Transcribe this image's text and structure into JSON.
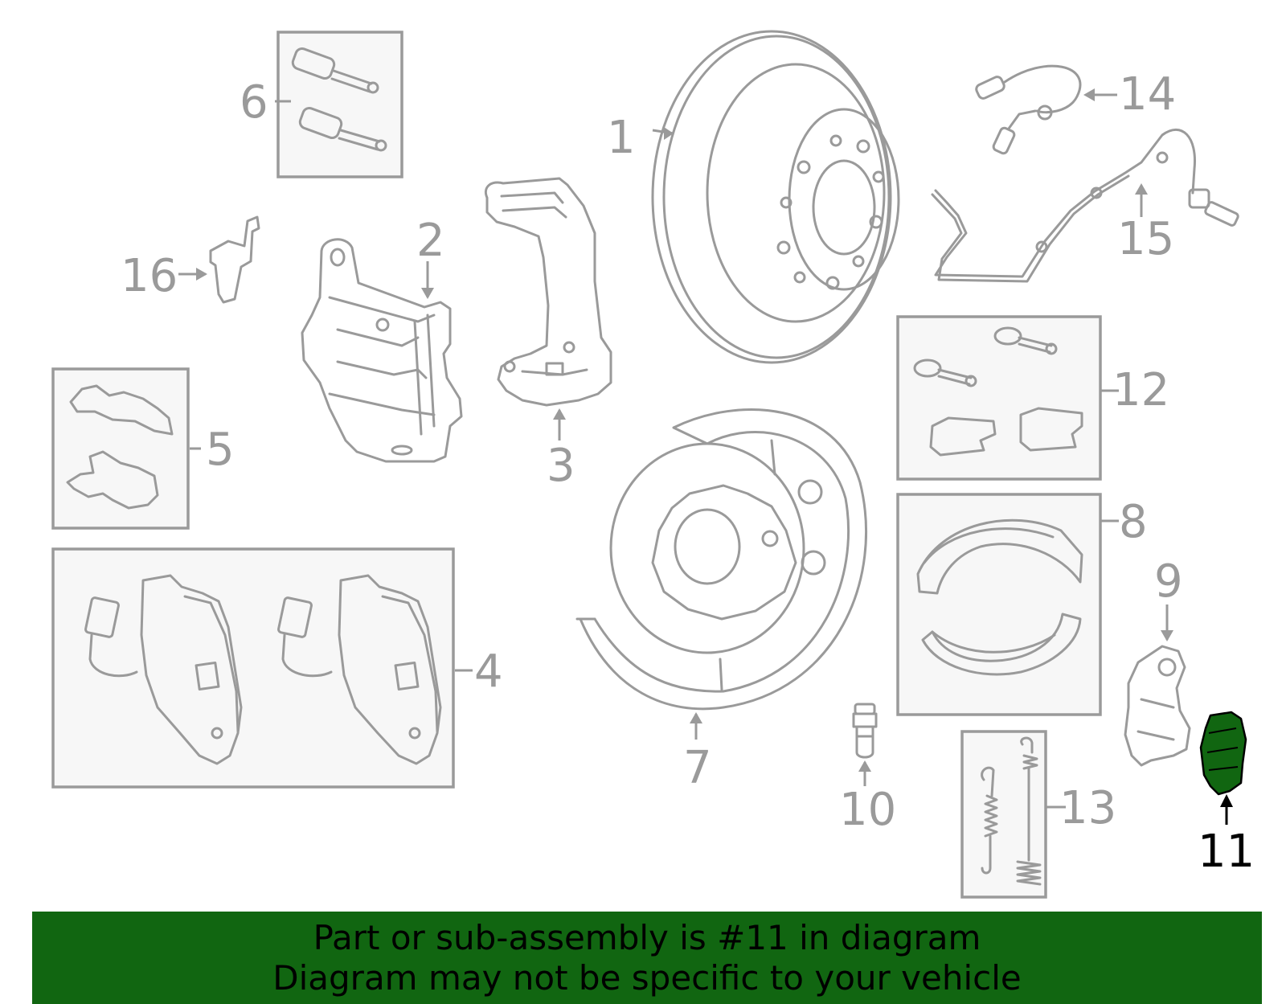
{
  "callouts": {
    "c1": "1",
    "c2": "2",
    "c3": "3",
    "c4": "4",
    "c5": "5",
    "c6": "6",
    "c7": "7",
    "c8": "8",
    "c9": "9",
    "c10": "10",
    "c11": "11",
    "c12": "12",
    "c13": "13",
    "c14": "14",
    "c15": "15",
    "c16": "16"
  },
  "highlighted_part": "11",
  "colors": {
    "line": "#9a9a9a",
    "highlight_fill": "#116611",
    "banner_bg": "#116611",
    "box_fill": "#f7f7f7"
  },
  "banner": {
    "line1": "Part or sub-assembly is #11 in diagram",
    "line2": "Diagram may not be specific to your vehicle"
  }
}
